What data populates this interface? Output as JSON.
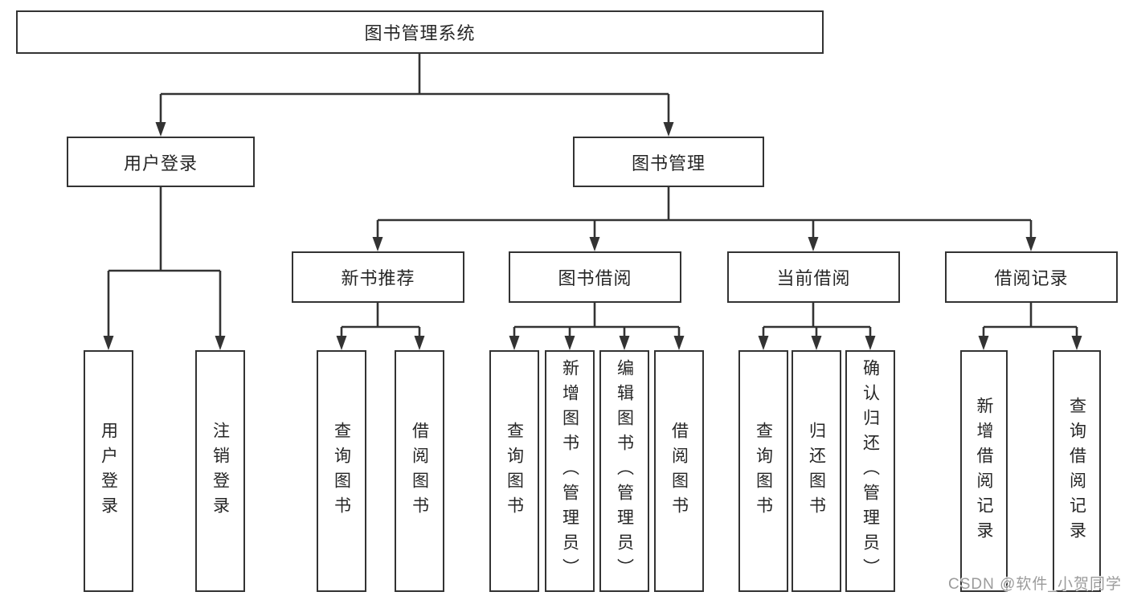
{
  "diagram": {
    "nodes": [
      {
        "id": "system",
        "label": "图书管理系统",
        "parent": null
      },
      {
        "id": "user-login",
        "label": "用户登录",
        "parent": "system"
      },
      {
        "id": "book-mgmt",
        "label": "图书管理",
        "parent": "system"
      },
      {
        "id": "new-book-rec",
        "label": "新书推荐",
        "parent": "book-mgmt"
      },
      {
        "id": "book-borrow",
        "label": "图书借阅",
        "parent": "book-mgmt"
      },
      {
        "id": "current-borrow",
        "label": "当前借阅",
        "parent": "book-mgmt"
      },
      {
        "id": "borrow-records",
        "label": "借阅记录",
        "parent": "book-mgmt"
      },
      {
        "id": "leaf-user-login",
        "label": "用户登录",
        "parent": "user-login"
      },
      {
        "id": "leaf-logout",
        "label": "注销登录",
        "parent": "user-login"
      },
      {
        "id": "leaf-query-books-1",
        "label": "查询图书",
        "parent": "new-book-rec"
      },
      {
        "id": "leaf-borrow-books-1",
        "label": "借阅图书",
        "parent": "new-book-rec"
      },
      {
        "id": "leaf-query-books-2",
        "label": "查询图书",
        "parent": "book-borrow"
      },
      {
        "id": "leaf-add-book",
        "label": "新增图书（管理员）",
        "parent": "book-borrow"
      },
      {
        "id": "leaf-edit-book",
        "label": "编辑图书（管理员）",
        "parent": "book-borrow"
      },
      {
        "id": "leaf-borrow-books-2",
        "label": "借阅图书",
        "parent": "book-borrow"
      },
      {
        "id": "leaf-query-books-3",
        "label": "查询图书",
        "parent": "current-borrow"
      },
      {
        "id": "leaf-return-book",
        "label": "归还图书",
        "parent": "current-borrow"
      },
      {
        "id": "leaf-confirm-return",
        "label": "确认归还（管理员）",
        "parent": "current-borrow"
      },
      {
        "id": "leaf-add-borrow-record",
        "label": "新增借阅记录",
        "parent": "borrow-records"
      },
      {
        "id": "leaf-query-borrow-record",
        "label": "查询借阅记录",
        "parent": "borrow-records"
      }
    ]
  },
  "watermark": {
    "text": "CSDN @软件_小贺同学"
  },
  "colors": {
    "line": "#333333",
    "box_border": "#333333",
    "text": "#262626",
    "watermark": "#9b9b9b",
    "background": "#ffffff"
  }
}
